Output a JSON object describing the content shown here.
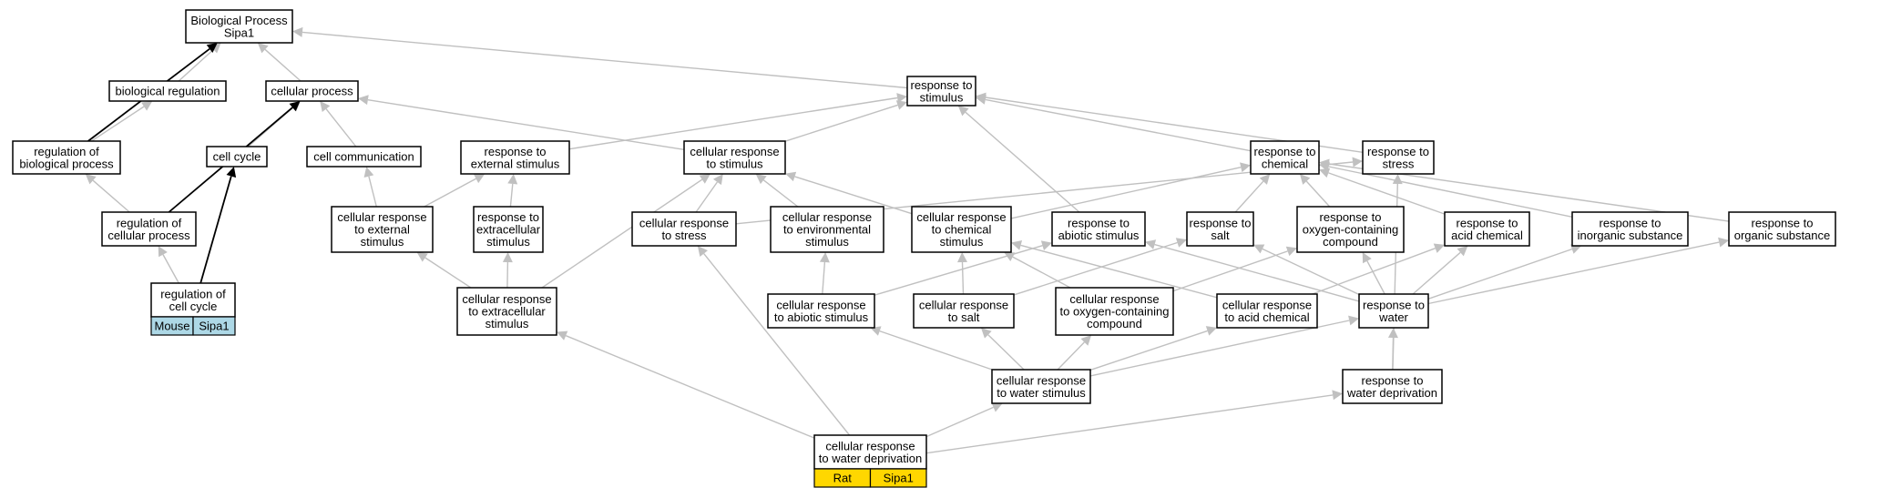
{
  "colors": {
    "edge_default": "#c0c0c0",
    "edge_highlight": "#000000",
    "mouse_annotation": "#add8e6",
    "rat_annotation": "#ffd700"
  },
  "nodes": {
    "bp_root": [
      "Biological Process",
      "Sipa1"
    ],
    "biological_regulation": [
      "biological regulation"
    ],
    "cellular_process": [
      "cellular process"
    ],
    "response_to_stimulus": [
      "response to",
      "stimulus"
    ],
    "regulation_of_biological_process": [
      "regulation of",
      "biological process"
    ],
    "cell_cycle": [
      "cell cycle"
    ],
    "cell_communication": [
      "cell communication"
    ],
    "response_to_external_stimulus": [
      "response to",
      "external stimulus"
    ],
    "cellular_response_to_stimulus": [
      "cellular response",
      "to stimulus"
    ],
    "response_to_chemical": [
      "response to",
      "chemical"
    ],
    "response_to_stress": [
      "response to",
      "stress"
    ],
    "regulation_of_cellular_process": [
      "regulation of",
      "cellular process"
    ],
    "cellular_response_to_external_stimulus": [
      "cellular response",
      "to external",
      "stimulus"
    ],
    "response_to_extracellular_stimulus": [
      "response to",
      "extracellular",
      "stimulus"
    ],
    "cellular_response_to_stress": [
      "cellular response",
      "to stress"
    ],
    "cellular_response_to_environmental_stimulus": [
      "cellular response",
      "to environmental",
      "stimulus"
    ],
    "cellular_response_to_chemical_stimulus": [
      "cellular response",
      "to chemical",
      "stimulus"
    ],
    "response_to_abiotic_stimulus": [
      "response to",
      "abiotic stimulus"
    ],
    "response_to_salt": [
      "response to",
      "salt"
    ],
    "response_to_oxygen_containing_compound": [
      "response to",
      "oxygen-containing",
      "compound"
    ],
    "response_to_acid_chemical": [
      "response to",
      "acid chemical"
    ],
    "response_to_inorganic_substance": [
      "response to",
      "inorganic substance"
    ],
    "response_to_organic_substance": [
      "response to",
      "organic substance"
    ],
    "regulation_of_cell_cycle": [
      "regulation of",
      "cell cycle"
    ],
    "cellular_response_to_extracellular_stimulus": [
      "cellular response",
      "to extracellular",
      "stimulus"
    ],
    "cellular_response_to_abiotic_stimulus": [
      "cellular response",
      "to abiotic stimulus"
    ],
    "cellular_response_to_salt": [
      "cellular response",
      "to salt"
    ],
    "cellular_response_to_oxygen_containing_compound": [
      "cellular response",
      "to oxygen-containing",
      "compound"
    ],
    "cellular_response_to_acid_chemical": [
      "cellular response",
      "to acid chemical"
    ],
    "response_to_water": [
      "response to",
      "water"
    ],
    "cellular_response_to_water_stimulus": [
      "cellular response",
      "to water stimulus"
    ],
    "response_to_water_deprivation": [
      "response to",
      "water deprivation"
    ],
    "cellular_response_to_water_deprivation": [
      "cellular response",
      "to water deprivation"
    ]
  },
  "annotations": {
    "regulation_of_cell_cycle": {
      "species": "Mouse",
      "gene": "Sipa1",
      "color": "#add8e6"
    },
    "cellular_response_to_water_deprivation": {
      "species": "Rat",
      "gene": "Sipa1",
      "color": "#ffd700"
    }
  },
  "edges": [
    {
      "from": "biological_regulation",
      "to": "bp_root",
      "highlight": false
    },
    {
      "from": "cellular_process",
      "to": "bp_root",
      "highlight": false
    },
    {
      "from": "response_to_stimulus",
      "to": "bp_root",
      "highlight": false
    },
    {
      "from": "regulation_of_biological_process",
      "to": "bp_root",
      "highlight": true
    },
    {
      "from": "regulation_of_biological_process",
      "to": "biological_regulation",
      "highlight": false
    },
    {
      "from": "cell_cycle",
      "to": "cellular_process",
      "highlight": false
    },
    {
      "from": "cell_communication",
      "to": "cellular_process",
      "highlight": false
    },
    {
      "from": "cellular_response_to_stimulus",
      "to": "cellular_process",
      "highlight": false
    },
    {
      "from": "regulation_of_cellular_process",
      "to": "cellular_process",
      "highlight": true
    },
    {
      "from": "regulation_of_cellular_process",
      "to": "regulation_of_biological_process",
      "highlight": false
    },
    {
      "from": "regulation_of_cell_cycle",
      "to": "cell_cycle",
      "highlight": true
    },
    {
      "from": "regulation_of_cell_cycle",
      "to": "regulation_of_cellular_process",
      "highlight": false
    },
    {
      "from": "response_to_external_stimulus",
      "to": "response_to_stimulus",
      "highlight": false
    },
    {
      "from": "cellular_response_to_stimulus",
      "to": "response_to_stimulus",
      "highlight": false
    },
    {
      "from": "response_to_chemical",
      "to": "response_to_stimulus",
      "highlight": false
    },
    {
      "from": "response_to_stress",
      "to": "response_to_stimulus",
      "highlight": false
    },
    {
      "from": "response_to_abiotic_stimulus",
      "to": "response_to_stimulus",
      "highlight": false
    },
    {
      "from": "cellular_response_to_external_stimulus",
      "to": "response_to_external_stimulus",
      "highlight": false
    },
    {
      "from": "response_to_extracellular_stimulus",
      "to": "response_to_external_stimulus",
      "highlight": false
    },
    {
      "from": "cellular_response_to_stress",
      "to": "cellular_response_to_stimulus",
      "highlight": false
    },
    {
      "from": "cellular_response_to_environmental_stimulus",
      "to": "cellular_response_to_stimulus",
      "highlight": false
    },
    {
      "from": "cellular_response_to_chemical_stimulus",
      "to": "cellular_response_to_stimulus",
      "highlight": false
    },
    {
      "from": "cellular_response_to_extracellular_stimulus",
      "to": "cellular_response_to_stimulus",
      "highlight": false
    },
    {
      "from": "cellular_response_to_stress",
      "to": "response_to_stress",
      "highlight": false
    },
    {
      "from": "cellular_response_to_chemical_stimulus",
      "to": "response_to_chemical",
      "highlight": false
    },
    {
      "from": "response_to_salt",
      "to": "response_to_chemical",
      "highlight": false
    },
    {
      "from": "response_to_oxygen_containing_compound",
      "to": "response_to_chemical",
      "highlight": false
    },
    {
      "from": "response_to_acid_chemical",
      "to": "response_to_chemical",
      "highlight": false
    },
    {
      "from": "response_to_inorganic_substance",
      "to": "response_to_chemical",
      "highlight": false
    },
    {
      "from": "response_to_organic_substance",
      "to": "response_to_chemical",
      "highlight": false
    },
    {
      "from": "cellular_response_to_external_stimulus",
      "to": "cell_communication",
      "highlight": false
    },
    {
      "from": "cellular_response_to_extracellular_stimulus",
      "to": "cellular_response_to_external_stimulus",
      "highlight": false
    },
    {
      "from": "cellular_response_to_extracellular_stimulus",
      "to": "response_to_extracellular_stimulus",
      "highlight": false
    },
    {
      "from": "cellular_response_to_abiotic_stimulus",
      "to": "cellular_response_to_environmental_stimulus",
      "highlight": false
    },
    {
      "from": "cellular_response_to_abiotic_stimulus",
      "to": "response_to_abiotic_stimulus",
      "highlight": false
    },
    {
      "from": "cellular_response_to_salt",
      "to": "cellular_response_to_chemical_stimulus",
      "highlight": false
    },
    {
      "from": "cellular_response_to_salt",
      "to": "response_to_salt",
      "highlight": false
    },
    {
      "from": "cellular_response_to_oxygen_containing_compound",
      "to": "cellular_response_to_chemical_stimulus",
      "highlight": false
    },
    {
      "from": "cellular_response_to_oxygen_containing_compound",
      "to": "response_to_oxygen_containing_compound",
      "highlight": false
    },
    {
      "from": "cellular_response_to_acid_chemical",
      "to": "cellular_response_to_chemical_stimulus",
      "highlight": false
    },
    {
      "from": "cellular_response_to_acid_chemical",
      "to": "response_to_acid_chemical",
      "highlight": false
    },
    {
      "from": "response_to_water",
      "to": "response_to_abiotic_stimulus",
      "highlight": false
    },
    {
      "from": "response_to_water",
      "to": "response_to_salt",
      "highlight": false
    },
    {
      "from": "response_to_water",
      "to": "response_to_oxygen_containing_compound",
      "highlight": false
    },
    {
      "from": "response_to_water",
      "to": "response_to_acid_chemical",
      "highlight": false
    },
    {
      "from": "response_to_water",
      "to": "response_to_inorganic_substance",
      "highlight": false
    },
    {
      "from": "response_to_water",
      "to": "response_to_organic_substance",
      "highlight": false
    },
    {
      "from": "cellular_response_to_water_stimulus",
      "to": "cellular_response_to_abiotic_stimulus",
      "highlight": false
    },
    {
      "from": "cellular_response_to_water_stimulus",
      "to": "cellular_response_to_salt",
      "highlight": false
    },
    {
      "from": "cellular_response_to_water_stimulus",
      "to": "cellular_response_to_oxygen_containing_compound",
      "highlight": false
    },
    {
      "from": "cellular_response_to_water_stimulus",
      "to": "cellular_response_to_acid_chemical",
      "highlight": false
    },
    {
      "from": "cellular_response_to_water_stimulus",
      "to": "response_to_water",
      "highlight": false
    },
    {
      "from": "response_to_water_deprivation",
      "to": "response_to_water",
      "highlight": false
    },
    {
      "from": "response_to_water_deprivation",
      "to": "response_to_stress",
      "highlight": false
    },
    {
      "from": "cellular_response_to_water_deprivation",
      "to": "cellular_response_to_water_stimulus",
      "highlight": false
    },
    {
      "from": "cellular_response_to_water_deprivation",
      "to": "response_to_water_deprivation",
      "highlight": false
    },
    {
      "from": "cellular_response_to_water_deprivation",
      "to": "cellular_response_to_stress",
      "highlight": false
    },
    {
      "from": "cellular_response_to_water_deprivation",
      "to": "cellular_response_to_extracellular_stimulus",
      "highlight": false
    }
  ]
}
